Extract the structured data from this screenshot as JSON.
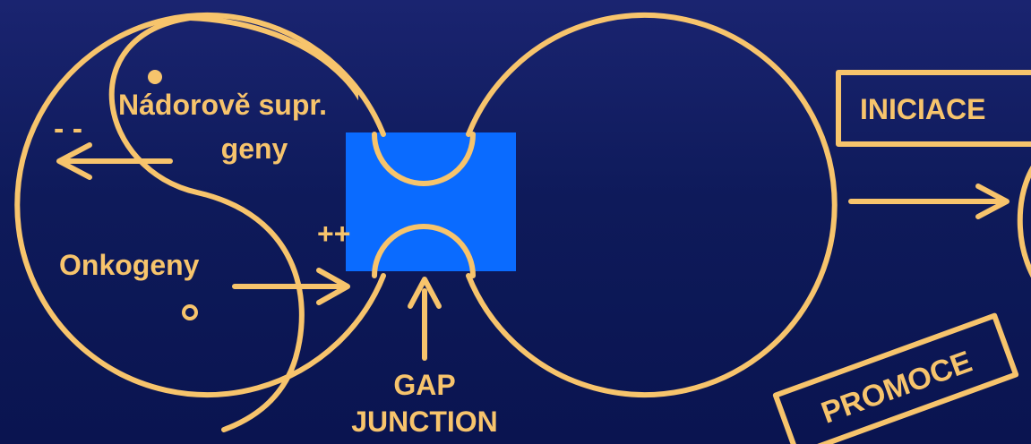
{
  "labels": {
    "tumor_suppressor": "Nádorově supr.",
    "tumor_suppressor_line2": "geny",
    "minus_sign": "- -",
    "plus_sign": "++",
    "oncogenes": "Onkogeny",
    "gap_junction_line1": "GAP",
    "gap_junction_line2": "JUNCTION",
    "initiation": "INICIACE",
    "promotion": "PROMOCE"
  },
  "colors": {
    "background": "#0e1a5a",
    "line": "#f7c46c",
    "gap_box": "#0a6bff",
    "text": "#f7c46c"
  }
}
